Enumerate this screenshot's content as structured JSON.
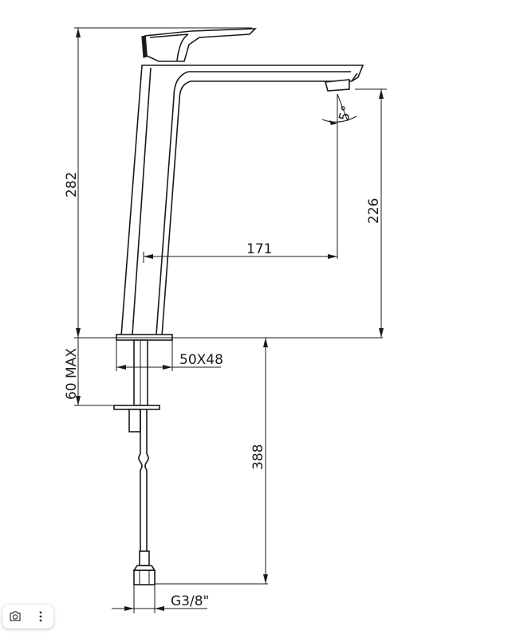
{
  "dimensions": {
    "total_height": "282",
    "spout_height": "226",
    "reach": "171",
    "max_thickness": "60 MAX",
    "base_size": "50X48",
    "hose_length": "388",
    "connection": "G3/8\"",
    "spout_angle": "5°"
  },
  "toolbar": {
    "camera_icon": "camera-icon",
    "more_icon": "more-vertical-icon"
  }
}
